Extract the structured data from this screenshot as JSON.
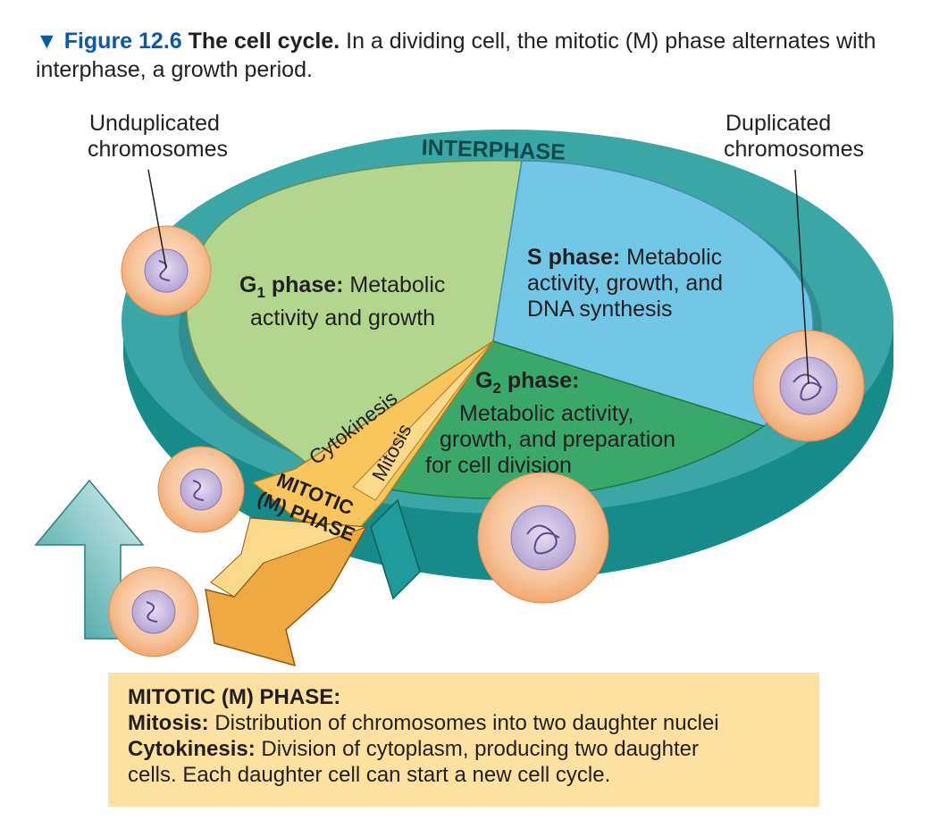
{
  "caption": {
    "figure": "▼ Figure 12.6",
    "title": "The cell cycle.",
    "text": "In a dividing cell, the mitotic (M) phase alternates with interphase, a growth period."
  },
  "labels": {
    "unduplicated_1": "Unduplicated",
    "unduplicated_2": "chromosomes",
    "duplicated_1": "Duplicated",
    "duplicated_2": "chromosomes",
    "interphase": "INTERPHASE",
    "g1_title_main": "G",
    "g1_title_sub": "1",
    "g1_title_rest": " phase:",
    "g1_text_a": "Metabolic",
    "g1_text_b": "activity and growth",
    "s_title": "S phase:",
    "s_text_a": "Metabolic",
    "s_text_b": "activity, growth, and",
    "s_text_c": "DNA synthesis",
    "g2_title_main": "G",
    "g2_title_sub": "2",
    "g2_title_rest": " phase:",
    "g2_text_a": "Metabolic activity,",
    "g2_text_b": "growth, and preparation",
    "g2_text_c": "for cell division",
    "cytokinesis": "Cytokinesis",
    "mitosis": "Mitosis",
    "mitotic_1": "MITOTIC",
    "mitotic_2": "(M) PHASE"
  },
  "legend": {
    "heading": "MITOTIC (M) PHASE:",
    "mitosis_term": "Mitosis:",
    "mitosis_def": " Distribution of chromosomes into two daughter nuclei",
    "cyto_term": "Cytokinesis:",
    "cyto_def_1": " Division of cytoplasm, producing two daughter",
    "cyto_def_2": "cells. Each daughter cell can start a new cell cycle."
  },
  "colors": {
    "g1": "#b3d68f",
    "s": "#72c6e6",
    "g2": "#3aa86b",
    "ring_top": "#3aa6a6",
    "ring_side": "#1b8a8a",
    "mitotic": "#f8c65c",
    "legend_bg": "#fde1a1",
    "cell_outer": "#f6b787",
    "cell_inner": "#c7b8de"
  }
}
